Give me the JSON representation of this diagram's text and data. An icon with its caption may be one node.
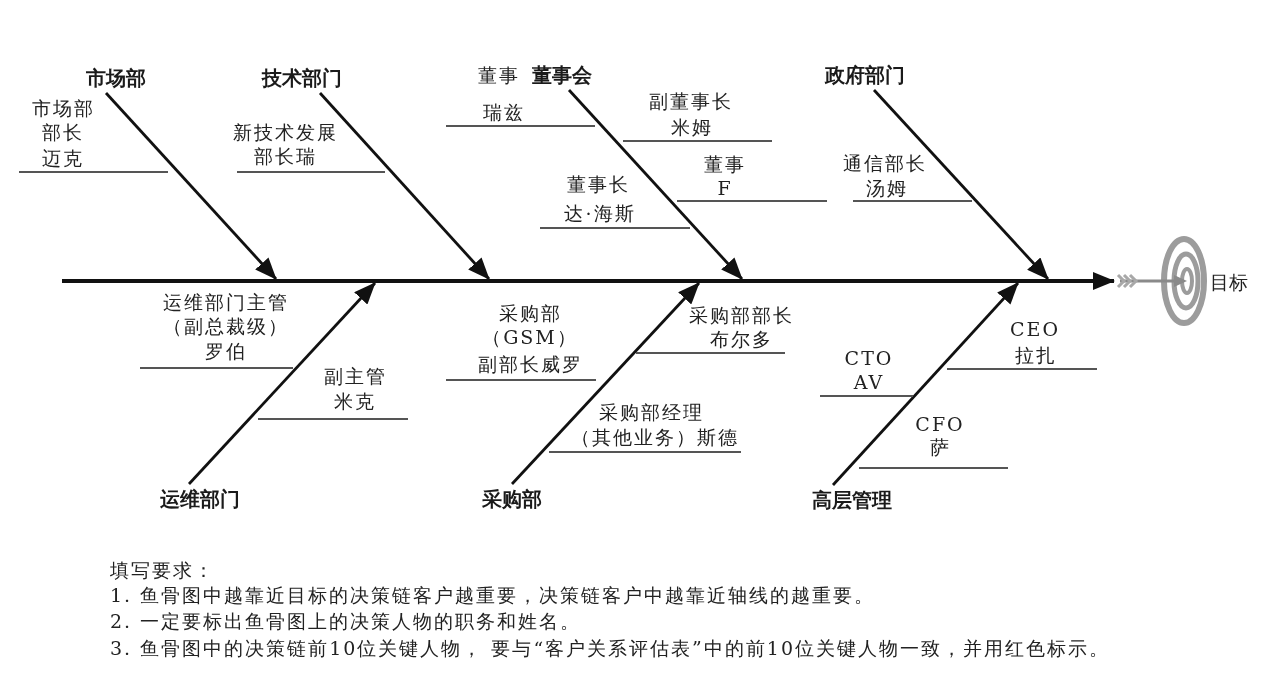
{
  "diagram": {
    "nodes": [
      {
        "text": [
          "市场部"
        ]
      },
      {
        "text": [
          "市场部部长",
          "迈克"
        ]
      },
      {
        "text": [
          "技术部门"
        ]
      },
      {
        "text": [
          "新技术发展部长瑞"
        ]
      },
      {
        "text": [
          "董事会"
        ]
      },
      {
        "text": [
          "董事",
          "瑞兹"
        ]
      },
      {
        "text": [
          "副董事长",
          "米姆"
        ]
      },
      {
        "text": [
          "董事",
          "F"
        ]
      },
      {
        "text": [
          "董事长",
          "达·海斯"
        ]
      },
      {
        "text": [
          "政府部门"
        ]
      },
      {
        "text": [
          "通信部长",
          "汤姆"
        ]
      },
      {
        "text": [],
        "shape": "bar"
      },
      {
        "text": [],
        "shape": "picture",
        "beside": [
          "目标"
        ]
      },
      {
        "text": [
          "运维部门"
        ]
      },
      {
        "text": [
          "运维部门主管（副总裁级）",
          "罗伯"
        ]
      },
      {
        "text": [
          "副主管",
          "米克"
        ]
      },
      {
        "text": [
          "采购部"
        ]
      },
      {
        "text": [
          "采购部（GSM）",
          "副部长威罗"
        ]
      },
      {
        "text": [
          "采购部部长",
          "布尔多"
        ]
      },
      {
        "text": [
          "采购部经理",
          "（其他业务）斯德"
        ]
      },
      {
        "text": [
          "高层管理"
        ]
      },
      {
        "text": [
          "CTO",
          "AV"
        ]
      },
      {
        "text": [
          "CEO",
          "拉扎"
        ]
      },
      {
        "text": [
          "CFO",
          "萨"
        ]
      }
    ],
    "edges": [
      {
        "from": 0,
        "to": 11,
        "arrow": "to"
      },
      {
        "from": 2,
        "to": 11,
        "arrow": "to"
      },
      {
        "from": 4,
        "to": 11,
        "arrow": "to"
      },
      {
        "from": 9,
        "to": 11,
        "arrow": "to"
      },
      {
        "from": 11,
        "to": 12,
        "arrow": "to"
      },
      {
        "from": 13,
        "to": 11,
        "arrow": "to"
      },
      {
        "from": 16,
        "to": 11,
        "arrow": "to"
      },
      {
        "from": 20,
        "to": 11,
        "arrow": "to"
      }
    ],
    "labels": [
      "填写要求：",
      "1. 鱼骨图中越靠近目标的决策链客户越重要，决策链客户中越靠近轴线的越重要。",
      "2. 一定要标出鱼骨图上的决策人物的职务和姓名。",
      "3. 鱼骨图中的决策链前10位关键人物， 要与“客户关系评估表”中的前10位关键人物一致，并用红色标示。"
    ]
  }
}
